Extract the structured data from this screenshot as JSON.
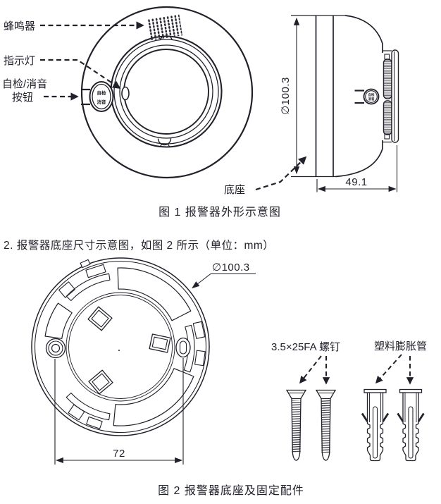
{
  "figure1": {
    "callouts": {
      "buzzer": "蜂鸣器",
      "indicator": "指示灯",
      "button1": "自检/消音",
      "button2": "按钮",
      "base": "底座"
    },
    "button_face": {
      "l1": "自检",
      "l2": "消音"
    },
    "dims": {
      "diameter": "∅100.3",
      "depth": "49.1"
    },
    "caption": "图 1  报警器外形示意图"
  },
  "section": {
    "heading": "2. 报警器底座尺寸示意图，如图 2 所示（单位：mm）"
  },
  "figure2": {
    "dims": {
      "diameter": "∅100.3",
      "spacing": "72"
    },
    "callouts": {
      "screw": "3.5×25FA 螺钉",
      "anchor": "塑料膨胀管"
    },
    "caption": "图 2  报警器底座及固定配件"
  }
}
